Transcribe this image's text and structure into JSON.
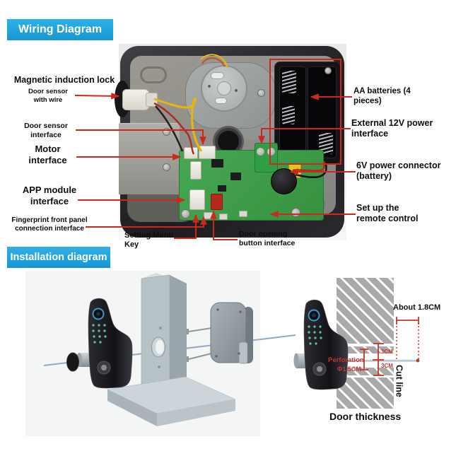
{
  "wiring": {
    "title": "Wiring Diagram",
    "labels": {
      "magnetic_induction_lock": "Magnetic induction lock",
      "door_sensor_with_wire": "Door sensor\nwith wire",
      "door_sensor_interface": "Door sensor\ninterface",
      "motor_interface": "Motor\ninterface",
      "app_module_interface": "APP module\ninterface",
      "fingerprint_interface": "Fingerprint front panel\nconnection interface",
      "setting_menu_key": "Setting Menu\nKey",
      "door_opening_button": "Door opening\nbutton interface",
      "aa_batteries": "AA batteries (4\npieces)",
      "external_12v": "External 12V power\ninterface",
      "power_6v": "6V power connector\n(battery)",
      "remote_control": "Set up the\nremote control"
    }
  },
  "installation": {
    "title": "Installation diagram",
    "annotations": {
      "about_distance": "About 1.8CM",
      "cm3_upper": "3CM",
      "cm3_lower": "3CM",
      "perforation": "Perforation",
      "perforation_size": "Φ1.5CM",
      "cut_line": "Cut line",
      "door_thickness": "Door thickness"
    }
  },
  "colors": {
    "banner_blue": "#1697d3",
    "annotation_red": "#cc281e",
    "measure_red": "#c0392b",
    "teal": "#15b1ae",
    "pcb_green": "#37913f"
  }
}
